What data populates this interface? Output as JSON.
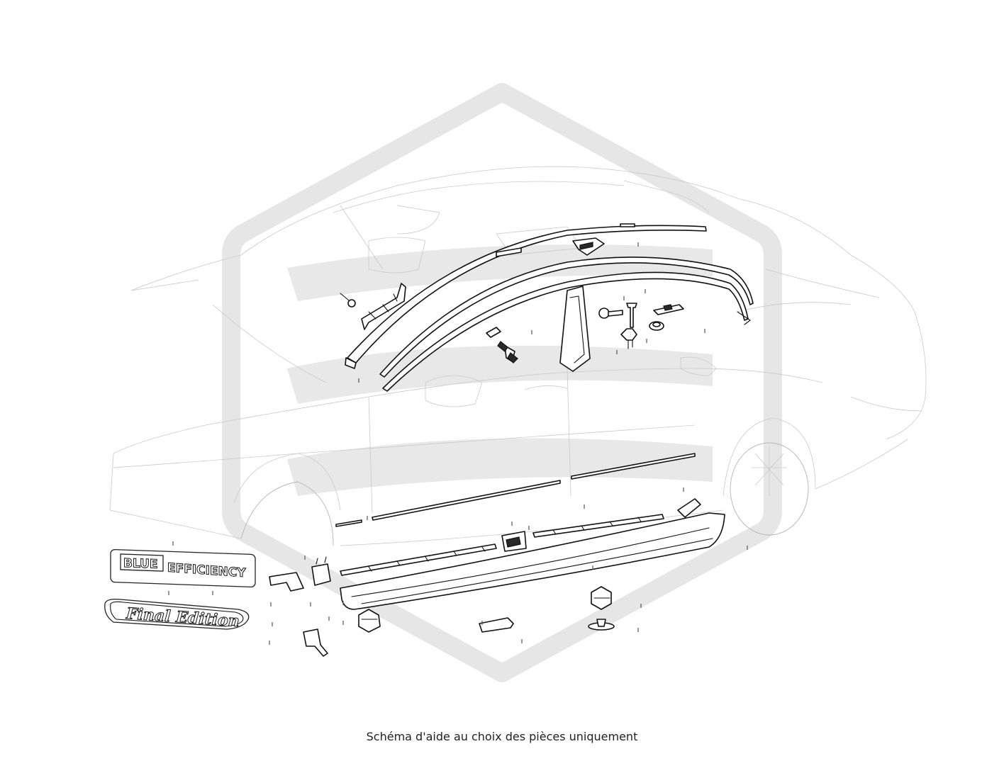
{
  "caption": "Schéma d'aide au choix des pièces uniquement",
  "emblems": {
    "blue": "BLUE",
    "efficiency": "EFFICIENCY",
    "final_edition": "Final Edition"
  },
  "colors": {
    "background": "#ffffff",
    "watermark": "#e6e6e6",
    "line_art": "#111111",
    "ghost_car": "#c9c9c9"
  }
}
